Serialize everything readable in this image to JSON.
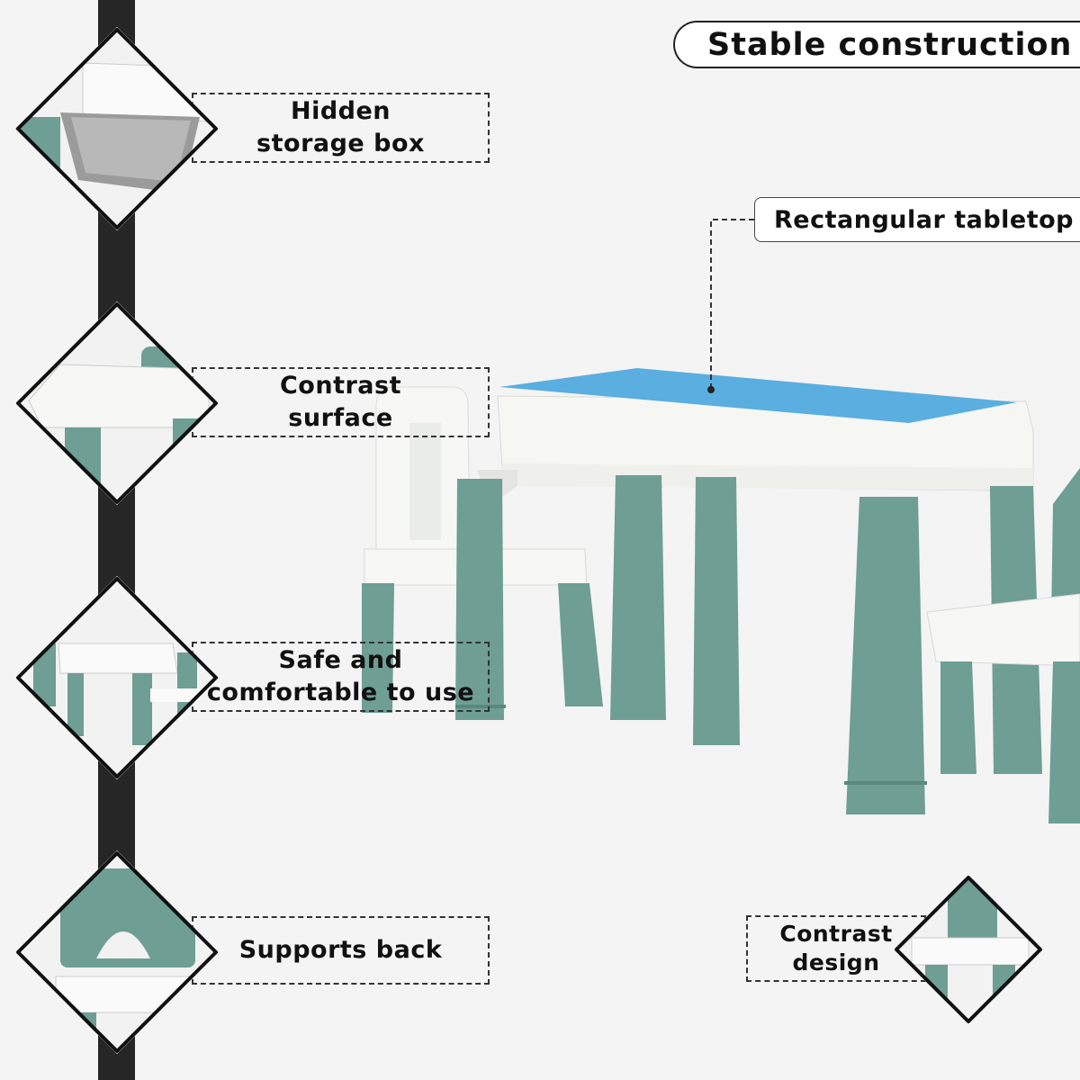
{
  "title": "Stable construction",
  "tabletop_label": "Rectangular tabletop",
  "features": [
    {
      "label": "Hidden\nstorage box",
      "icon": "storage-box-detail"
    },
    {
      "label": "Contrast\nsurface",
      "icon": "tabletop-surface-detail"
    },
    {
      "label": "Safe and\ncomfortable to use",
      "icon": "table-set-detail"
    },
    {
      "label": "Supports back",
      "icon": "chair-back-detail"
    }
  ],
  "bottom_feature": {
    "label": "Contrast\ndesign",
    "icon": "chair-seat-detail"
  },
  "colors": {
    "teal": "#6e9e94",
    "white": "#f7f7f5",
    "tabletop": "#5aaee0",
    "stripe": "#262626"
  }
}
